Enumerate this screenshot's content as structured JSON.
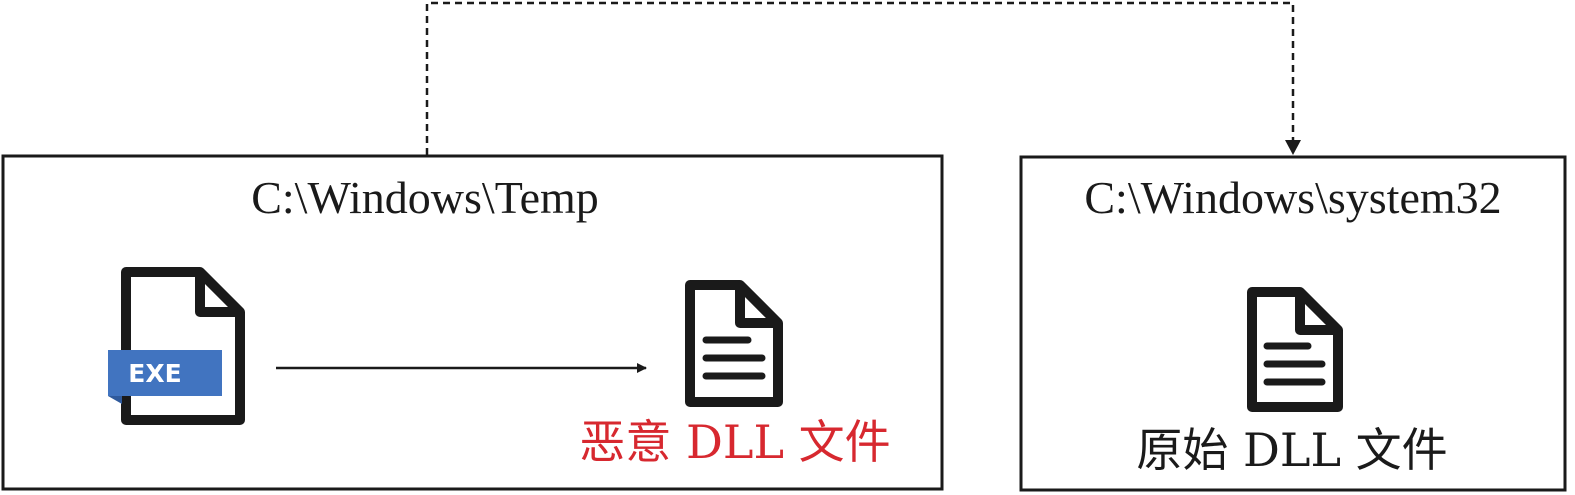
{
  "diagram": {
    "temp_box": {
      "path": "C:\\Windows\\Temp",
      "exe_badge": "EXE",
      "exe_icon": "exe-file-icon",
      "dll_icon": "document-icon",
      "dll_label": "恶意 DLL 文件",
      "dll_label_color": "#d7282f"
    },
    "system_box": {
      "path": "C:\\Windows\\system32",
      "dll_icon": "document-icon",
      "dll_label": "原始 DLL 文件",
      "dll_label_color": "#1a1a1a"
    },
    "colors": {
      "line": "#1a1a1a",
      "exe_badge": "#4174c0",
      "exe_badge_dark": "#2f5a9c"
    }
  }
}
